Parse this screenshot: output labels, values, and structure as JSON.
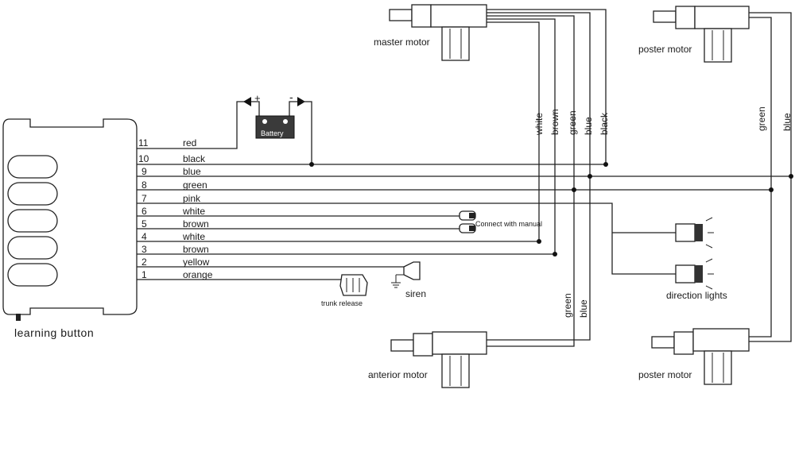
{
  "control_unit": {
    "learning_button_label": "learning button"
  },
  "pins": [
    {
      "num": "11",
      "color": "red"
    },
    {
      "num": "10",
      "color": "black"
    },
    {
      "num": "9",
      "color": "blue"
    },
    {
      "num": "8",
      "color": "green"
    },
    {
      "num": "7",
      "color": "pink"
    },
    {
      "num": "6",
      "color": "white"
    },
    {
      "num": "5",
      "color": "brown"
    },
    {
      "num": "4",
      "color": "white"
    },
    {
      "num": "3",
      "color": "brown"
    },
    {
      "num": "2",
      "color": "yellow"
    },
    {
      "num": "1",
      "color": "orange"
    }
  ],
  "battery": {
    "label": "Battery",
    "plus": "+",
    "minus": "-"
  },
  "motors": {
    "master": "master motor",
    "poster_top": "poster motor",
    "anterior": "anterior motor",
    "poster_bottom": "poster motor"
  },
  "master_wires": [
    "white",
    "brown",
    "green",
    "blue",
    "black"
  ],
  "poster_top_wires": [
    "green",
    "blue"
  ],
  "anterior_wires": [
    "green",
    "blue"
  ],
  "connect_manual": "Connect with manual",
  "trunk_release": "trunk release",
  "siren": "siren",
  "direction_lights": "direction lights"
}
